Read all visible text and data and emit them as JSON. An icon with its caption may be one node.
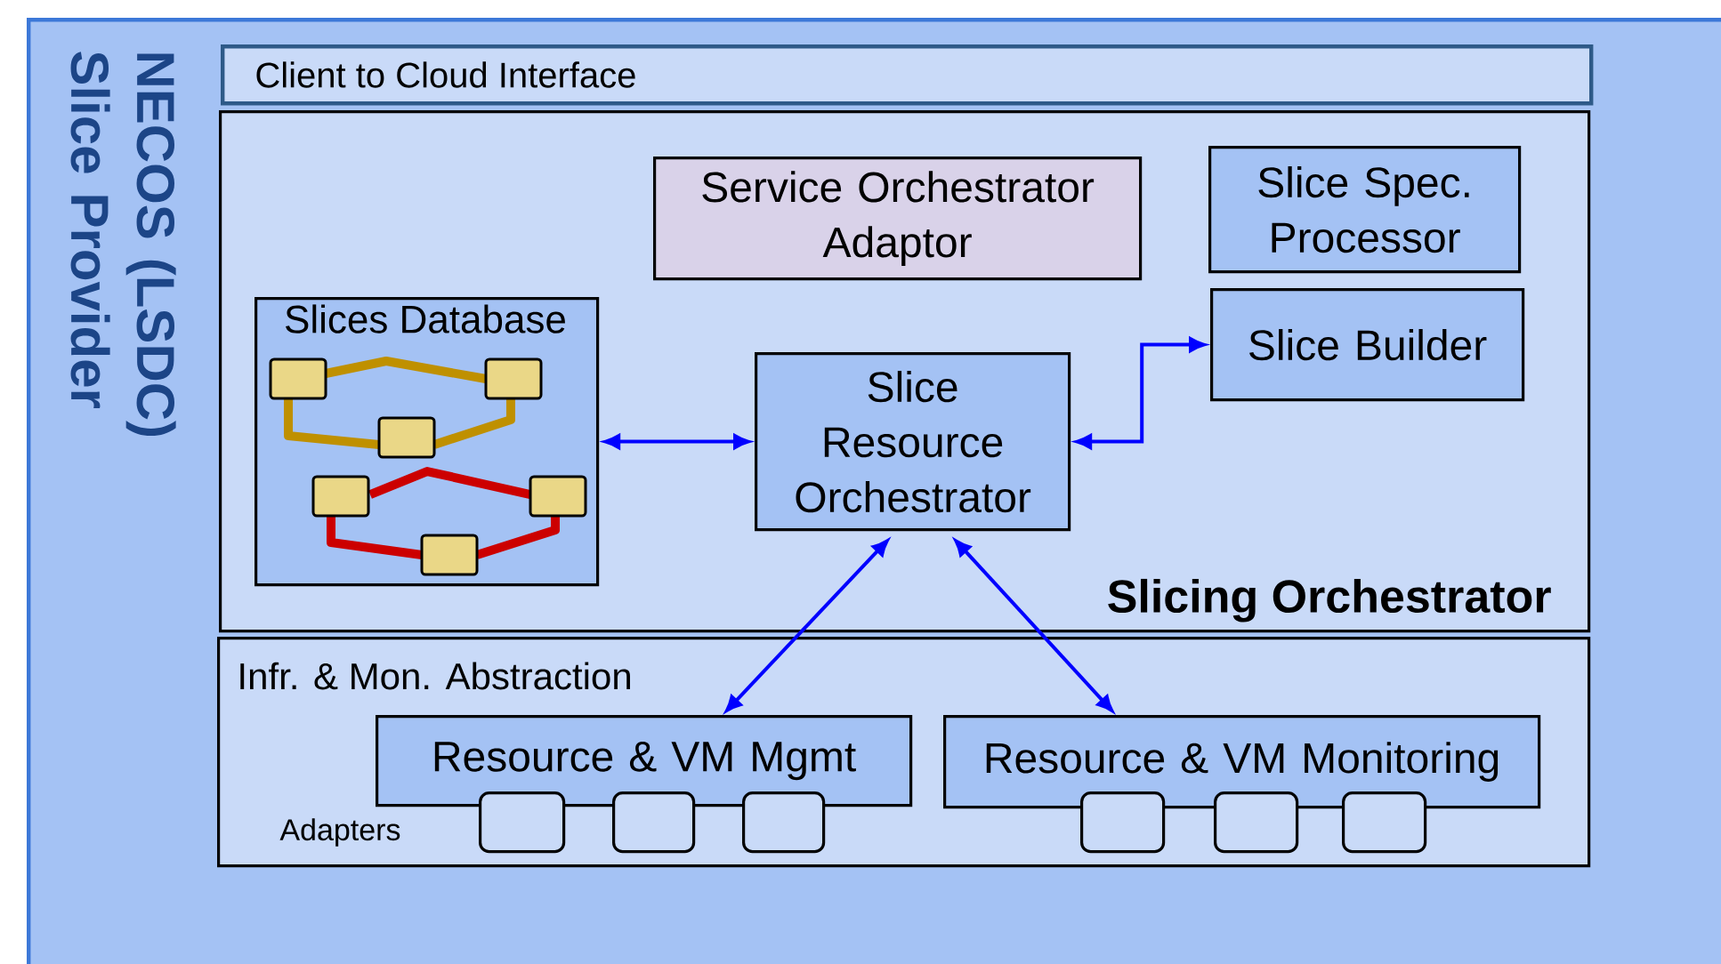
{
  "diagram": {
    "nodes": [
      {
        "text": [
          "NECOS (LSDC) Slice Provider"
        ]
      },
      {
        "text": [
          "Client to Cloud Interface"
        ],
        "in": 0
      },
      {
        "text": [
          "Slicing Orchestrator"
        ],
        "in": 0
      },
      {
        "text": [
          "Service Orchestrator Adaptor"
        ],
        "in": 2
      },
      {
        "text": [
          "Slice Spec. Processor"
        ],
        "in": 2
      },
      {
        "text": [
          "Slices Database"
        ],
        "in": 2
      },
      {
        "text": [
          "Slice Resource Orchestrator"
        ],
        "in": 2
      },
      {
        "text": [
          "Slice Builder"
        ],
        "in": 2
      },
      {
        "text": [
          "Infr. & Mon. Abstraction"
        ],
        "in": 0
      },
      {
        "text": [
          "Resource & VM Mgmt"
        ],
        "in": 8
      },
      {
        "text": [
          "Resource & VM Monitoring"
        ],
        "in": 8
      },
      {
        "text": [],
        "shape": "box",
        "in": 8
      },
      {
        "text": [],
        "shape": "box",
        "in": 8
      },
      {
        "text": [],
        "shape": "box",
        "in": 8
      },
      {
        "text": [],
        "shape": "box",
        "in": 8
      },
      {
        "text": [],
        "shape": "box",
        "in": 8
      },
      {
        "text": [],
        "shape": "box",
        "in": 8
      }
    ],
    "edges": [
      {
        "from": 5,
        "to": 6,
        "arrow": "both"
      },
      {
        "from": 6,
        "to": 7,
        "arrow": "both"
      },
      {
        "from": 6,
        "to": 9,
        "arrow": "both"
      },
      {
        "from": 6,
        "to": 10,
        "arrow": "both"
      }
    ],
    "labels": [
      "Adapters"
    ]
  }
}
